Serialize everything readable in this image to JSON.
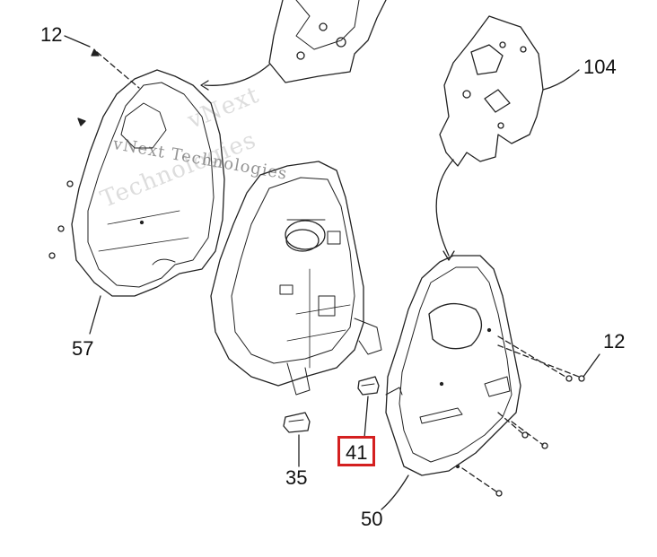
{
  "callouts": {
    "c12_top": "12",
    "c104": "104",
    "c57": "57",
    "c12_right": "12",
    "c35": "35",
    "c41": "41",
    "c50": "50"
  },
  "watermark": {
    "line1": "vNext",
    "line2": "Technologies",
    "line3": "vNext Technologies"
  },
  "colors": {
    "stroke": "#222222",
    "highlight": "#d42020",
    "watermark": "#8a8a8a"
  }
}
